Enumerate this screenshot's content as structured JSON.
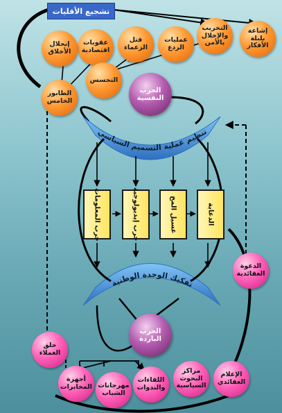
{
  "top_box": "تشجيع الأقليات",
  "orange_nodes": {
    "spread_doubt": "إشاعة بلبلة الأفكار",
    "sabotage": "التخريب والإخلال بالأمن",
    "deterrence": "عمليات الردع",
    "kill_leaders": "قتل الزعماء",
    "sanctions": "عقوبات اقتصادية",
    "moral_breakdown": "إنحلال الأخلاق",
    "espionage": "التجسس",
    "fifth_column": "الطابور الخامس"
  },
  "upper_arc_label": "تنظيم عملية التسميم السياسي",
  "lower_arc_label": "تفكيك الوحدة الوطنية",
  "psych_war": "الحرب النفسية",
  "cold_war": "الحرب الباردة",
  "yellow_boxes": {
    "info_war": "حرب المعلومات",
    "ideology_war": "حرب إيديولوجية",
    "brainwashing": "غسيل المخ",
    "propaganda": "الدعاية"
  },
  "pink_nodes": {
    "ideological_call": "الدعوة العقائدية",
    "create_agents": "خلق العملاء",
    "intel_agencies": "أجهزة المخابرات",
    "youth_festivals": "مهرجانات الشباب",
    "meetings": "اللقاءات والندوات",
    "research_centers": "مراكز البحوث السياسية",
    "ideological_media": "الإعلام العقائدي"
  },
  "colors": {
    "orange": "#ff9a35",
    "pink": "#ff62b8",
    "purple": "#b45db0",
    "yellow": "#ffe55f",
    "blue": "#3a68c9",
    "arc": "#4a8fd8"
  }
}
